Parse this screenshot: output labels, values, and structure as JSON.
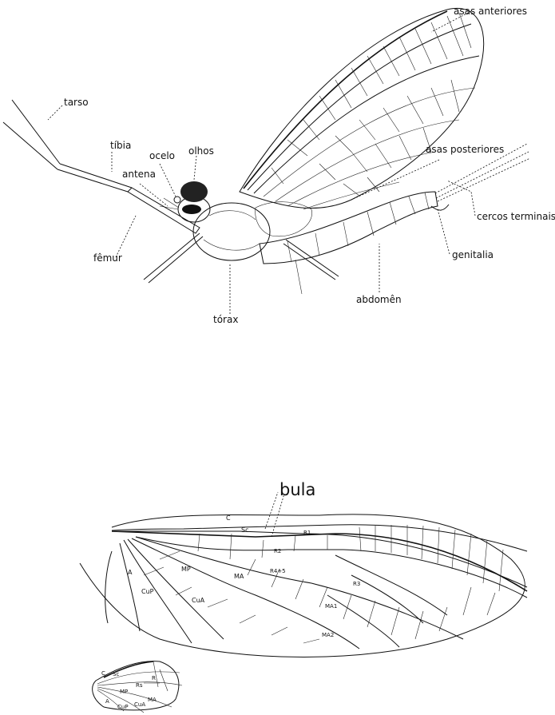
{
  "title": "Morfologia de Ephemeroptera",
  "insect_labels": {
    "asas_anteriores": "asas anteriores",
    "tarso": "tarso",
    "tibia": "tíbia",
    "ocelo": "ocelo",
    "olhos": "olhos",
    "antena": "antena",
    "asas_posteriores": "asas posteriores",
    "cercos_terminais": "cercos terminais",
    "genitalia": "genitalia",
    "femur": "fêmur",
    "abdomen": "abdomên",
    "torax": "tórax"
  },
  "forewing": {
    "bula": "bula",
    "veins": {
      "C": "C",
      "Sc": "Sc",
      "R1": "R1",
      "R2": "R2",
      "R45": "R4+5",
      "R3": "R3",
      "MA": "MA",
      "MA1": "MA1",
      "MA2": "MA2",
      "MP": "MP",
      "CuA": "CuA",
      "CuP": "CuP",
      "A": "A"
    }
  },
  "hindwing": {
    "veins": {
      "C": "C",
      "Sc": "Sc",
      "R": "R",
      "Rs": "Rs",
      "MP": "MP",
      "MA": "MA",
      "A": "A",
      "CuP": "CuP",
      "CuA": "CuA"
    }
  }
}
